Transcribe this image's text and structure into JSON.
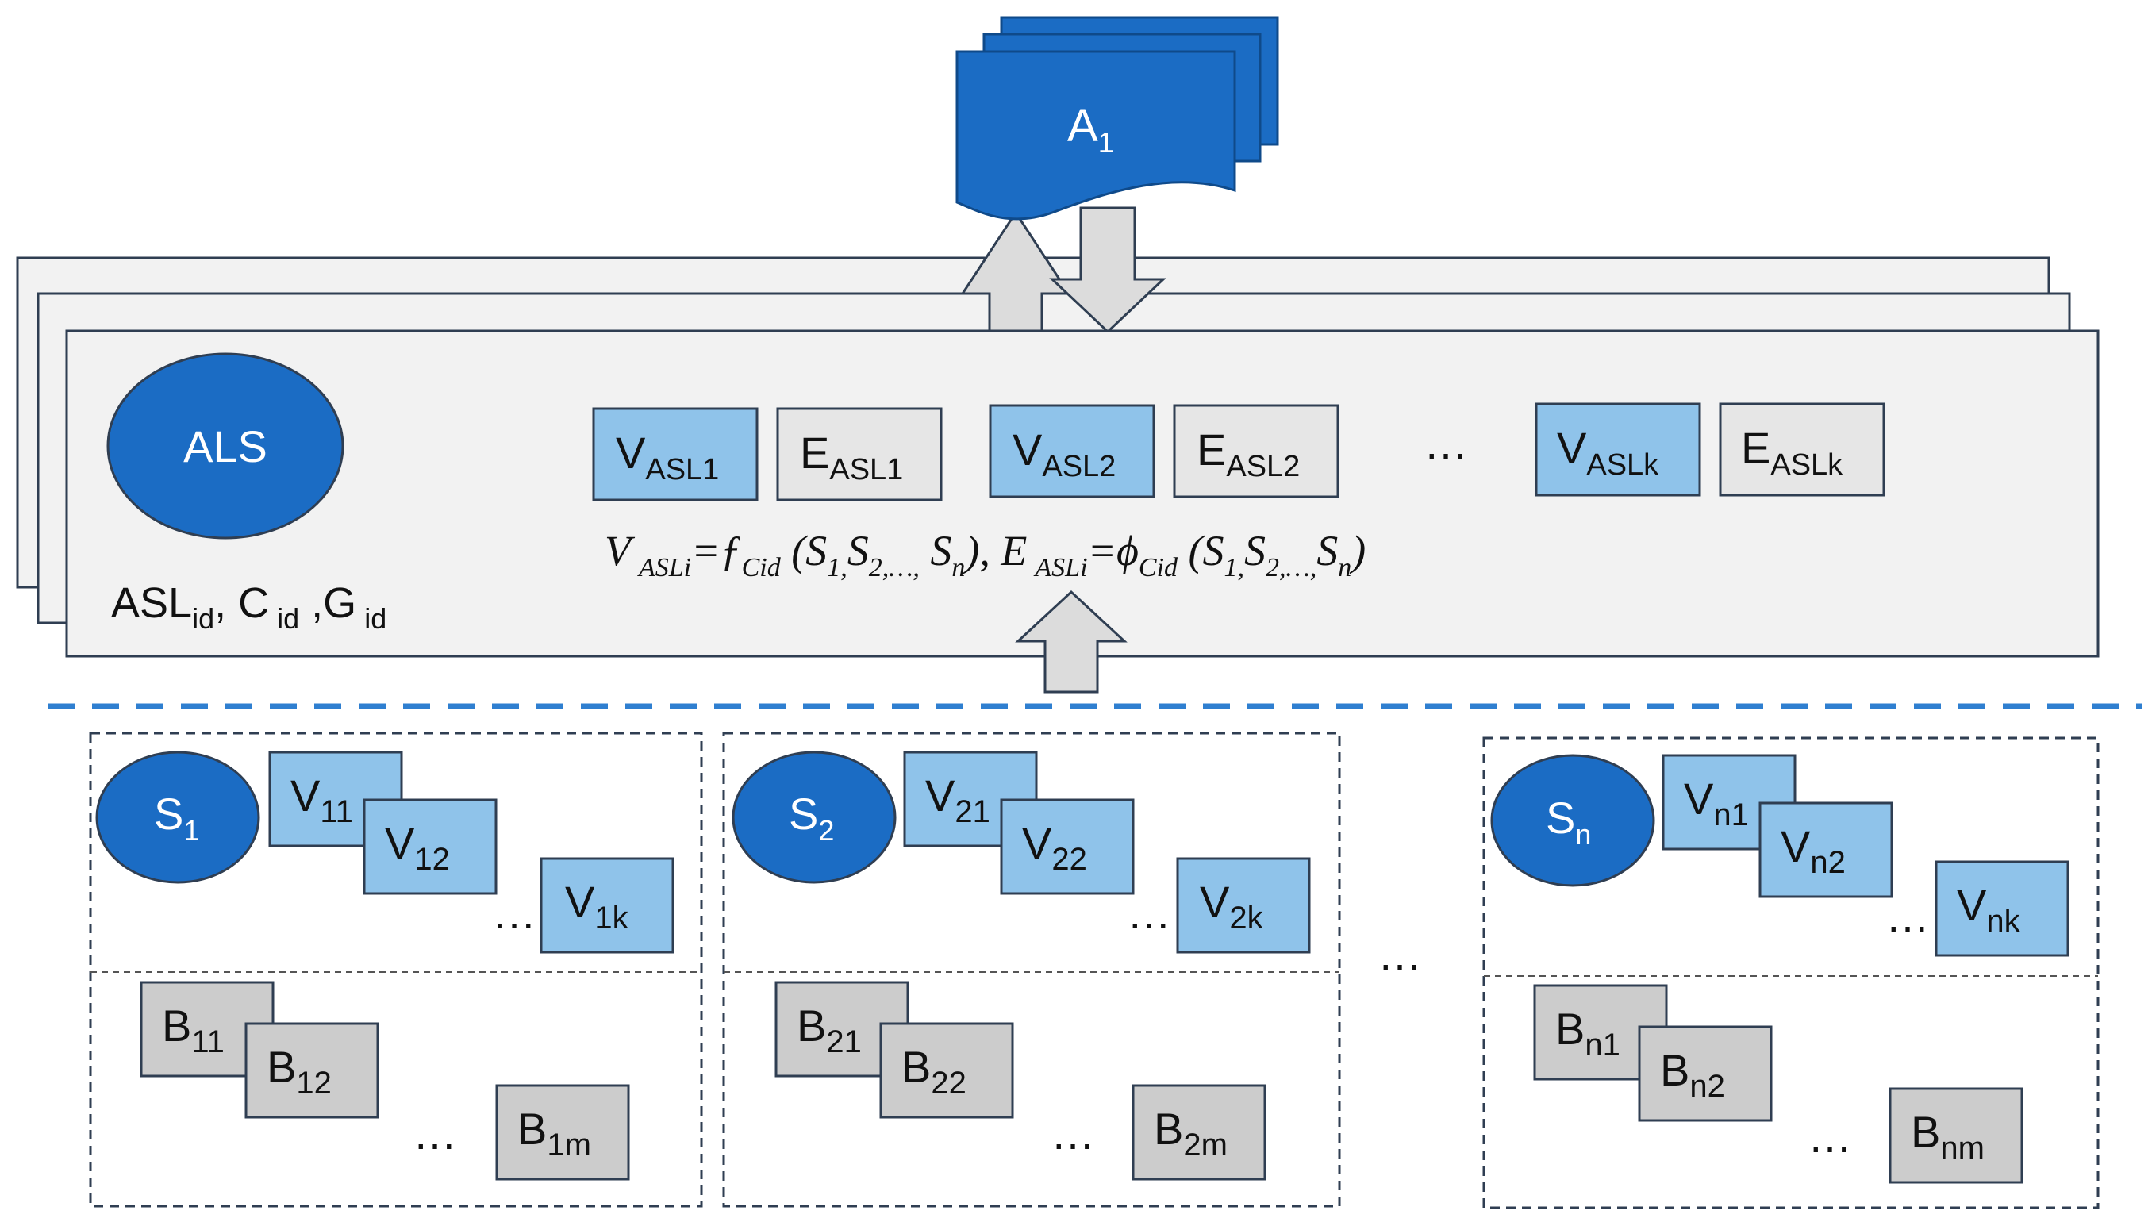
{
  "colors": {
    "accent_dark": "#1b6cc4",
    "accent_light": "#8fc3ea",
    "gray_box": "#cccccc",
    "light_gray_box": "#e6e6e6",
    "panel_bg": "#f2f2f2",
    "arrow_fill": "#dcdcdc",
    "dashed_separator": "#2f7fd0",
    "border": "#2f3e52"
  },
  "application": {
    "base": "A",
    "sub": "1"
  },
  "als": {
    "label": "ALS",
    "id_line": {
      "asl": "ASL",
      "asl_sub": "id",
      "sep1": ", ",
      "c": "C",
      "c_sub": " id",
      "sep2": " ,",
      "g": "G",
      "g_sub": " id"
    },
    "pairs": [
      {
        "v_base": "V",
        "v_sub": "ASL1",
        "e_base": "E",
        "e_sub": "ASL1"
      },
      {
        "v_base": "V",
        "v_sub": "ASL2",
        "e_base": "E",
        "e_sub": "ASL2"
      },
      {
        "v_base": "V",
        "v_sub": "ASLk",
        "e_base": "E",
        "e_sub": "ASLk"
      }
    ],
    "pairs_ellipsis": "…",
    "formula": {
      "v": "V",
      "v_sub": "ASLi",
      "eq1": "=ƒ",
      "f_sub": "Cid",
      "args1_open": " (S",
      "s1": "1,",
      "s2_pre": "S",
      "s2": "2,…,",
      "sn_pre": " S",
      "sn": "n",
      "args1_close": "),",
      "e": " E",
      "e_sub": "ASLi",
      "eq2": "=ϕ",
      "phi_sub": "Cid",
      "args2_open": " (S",
      "s1b": "1,",
      "s2b_pre": "S",
      "s2b": "2,…,",
      "snb_pre": "S",
      "snb": "n",
      "args2_close": ")"
    }
  },
  "sources": [
    {
      "s_base": "S",
      "s_sub": "1",
      "views": [
        {
          "base": "V",
          "sub": "11"
        },
        {
          "base": "V",
          "sub": "12"
        },
        {
          "base": "V",
          "sub": "1k"
        }
      ],
      "blocks": [
        {
          "base": "B",
          "sub": "11"
        },
        {
          "base": "B",
          "sub": "12"
        },
        {
          "base": "B",
          "sub": "1m"
        }
      ],
      "ellipsis": "…"
    },
    {
      "s_base": "S",
      "s_sub": "2",
      "views": [
        {
          "base": "V",
          "sub": "21"
        },
        {
          "base": "V",
          "sub": "22"
        },
        {
          "base": "V",
          "sub": "2k"
        }
      ],
      "blocks": [
        {
          "base": "B",
          "sub": "21"
        },
        {
          "base": "B",
          "sub": "22"
        },
        {
          "base": "B",
          "sub": "2m"
        }
      ],
      "ellipsis": "…"
    },
    {
      "s_base": "S",
      "s_sub": "n",
      "views": [
        {
          "base": "V",
          "sub": "n1"
        },
        {
          "base": "V",
          "sub": "n2"
        },
        {
          "base": "V",
          "sub": "nk"
        }
      ],
      "blocks": [
        {
          "base": "B",
          "sub": "n1"
        },
        {
          "base": "B",
          "sub": "n2"
        },
        {
          "base": "B",
          "sub": "nm"
        }
      ],
      "ellipsis": "…"
    }
  ],
  "sources_ellipsis": "…"
}
